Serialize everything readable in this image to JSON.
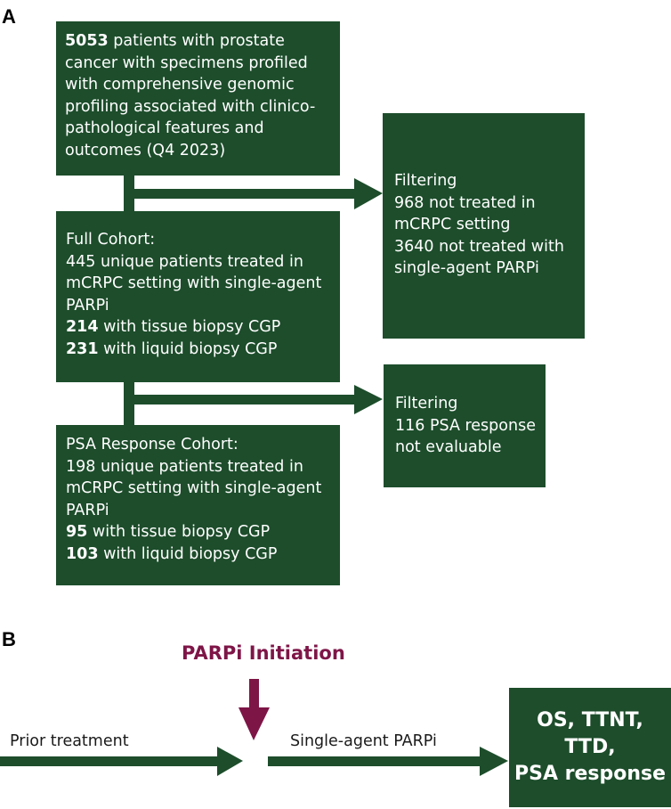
{
  "panels": {
    "a": "A",
    "b": "B"
  },
  "colors": {
    "box": "#1d4d2b",
    "initiation": "#7e1547",
    "text": "#1a1a1a"
  },
  "panel_a": {
    "top_box": {
      "count": "5053",
      "lines": [
        " patients with prostate",
        "cancer with specimens profiled",
        "with comprehensive genomic",
        "profiling associated with clinico-",
        "pathological features and",
        "outcomes (Q4 2023)"
      ]
    },
    "filter_box_1": {
      "lines": [
        "Filtering",
        "968 not treated in",
        "mCRPC setting",
        "3640 not treated with",
        "single-agent PARPi"
      ]
    },
    "full_cohort_box": {
      "lines": [
        "Full Cohort:",
        "445 unique patients treated in",
        "mCRPC setting with single-agent",
        "PARPi"
      ],
      "tissue_count": "214",
      "tissue_text": " with tissue biopsy CGP",
      "liquid_count": "231",
      "liquid_text": " with liquid biopsy CGP"
    },
    "filter_box_2": {
      "lines": [
        "Filtering",
        "116 PSA response",
        "not evaluable"
      ]
    },
    "psa_cohort_box": {
      "lines": [
        "PSA Response Cohort:",
        "198 unique patients treated in",
        "mCRPC setting with single-agent",
        "PARPi"
      ],
      "tissue_count": "95",
      "tissue_text": " with tissue biopsy CGP",
      "liquid_count": "103",
      "liquid_text": " with liquid biopsy CGP"
    }
  },
  "panel_b": {
    "initiation_label": "PARPi Initiation",
    "prior_label": "Prior treatment",
    "single_agent_label": "Single-agent PARPi",
    "outcome_lines": [
      "OS, TTNT, TTD,",
      "PSA response"
    ]
  }
}
